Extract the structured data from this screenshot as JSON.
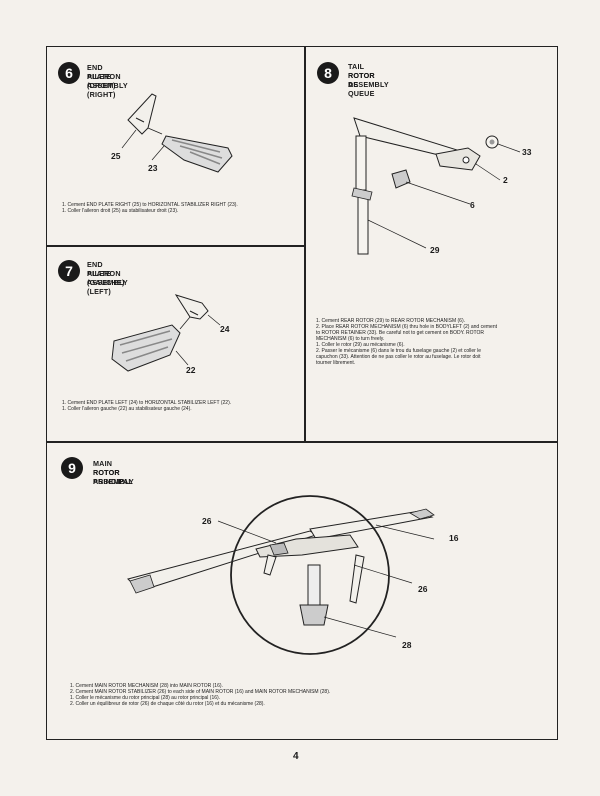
{
  "page_number": "4",
  "steps": [
    {
      "number": "6",
      "title_en": "END PLATE ASSEMBLY (RIGHT)",
      "title_fr": "AILERON (DROIT)",
      "callouts": [
        "25",
        "23"
      ],
      "instructions": [
        "1.  Cement END PLATE RIGHT (25) to HORIZONTAL STABILIZER RIGHT (23).",
        "1.  Coller l'aileron droit (25) au stabilisateur droit (23)."
      ]
    },
    {
      "number": "7",
      "title_en": "END PLATE ASSEMBLY (LEFT)",
      "title_fr": "AILERON (GAUCHE)",
      "callouts": [
        "24",
        "22"
      ],
      "instructions": [
        "1.  Cement END PLATE LEFT (24) to HORIZONTAL STABILIZER LEFT (22).",
        "1.  Coller l'aileron gauche (22) au stabilisateur gauche (24)."
      ]
    },
    {
      "number": "8",
      "title_en": "TAIL ROTOR ASSEMBLY",
      "title_fr": "ROTOR DE QUEUE",
      "callouts": [
        "33",
        "2",
        "6",
        "29"
      ],
      "instructions": [
        "1.  Cement REAR ROTOR (29) to REAR ROTOR MECHANISM (6).",
        "2.  Place REAR ROTOR MECHANISM (6) thru hole in BODYLEFT (2) and cement",
        "     to ROTOR RETAINER (33). Be careful not to get cement on BODY. ROTOR",
        "     MECHANISM (6) to turn freely.",
        "1.  Coller le rotor (29) au mécanisme (6).",
        "2.  Passer le mécanisme (6) dans le trou du fuselage gauche (2) et coller le",
        "     capuchon (33). Attention de ne pas coller le rotor au fuselage. Le rotor doit",
        "     tourner librement."
      ]
    },
    {
      "number": "9",
      "title_en": "MAIN ROTOR ASSEMBLY",
      "title_fr": "ROTOR PRINCIPAL",
      "callouts": [
        "26",
        "16",
        "26",
        "28"
      ],
      "instructions": [
        "1.  Cement MAIN ROTOR MECHANISM (28) into MAIN ROTOR (16).",
        "2.  Cement MAIN ROTOR STABILIZER (26) to each side of MAIN ROTOR (16) and MAIN ROTOR MECHANISM (28).",
        "1.  Coller le mécanisme du rotor principal (28) au rotor principal (16).",
        "2.  Coller un équilibreur de rotor (26) de chaque côté du rotor (16) et du mécanisme (28)."
      ]
    }
  ]
}
